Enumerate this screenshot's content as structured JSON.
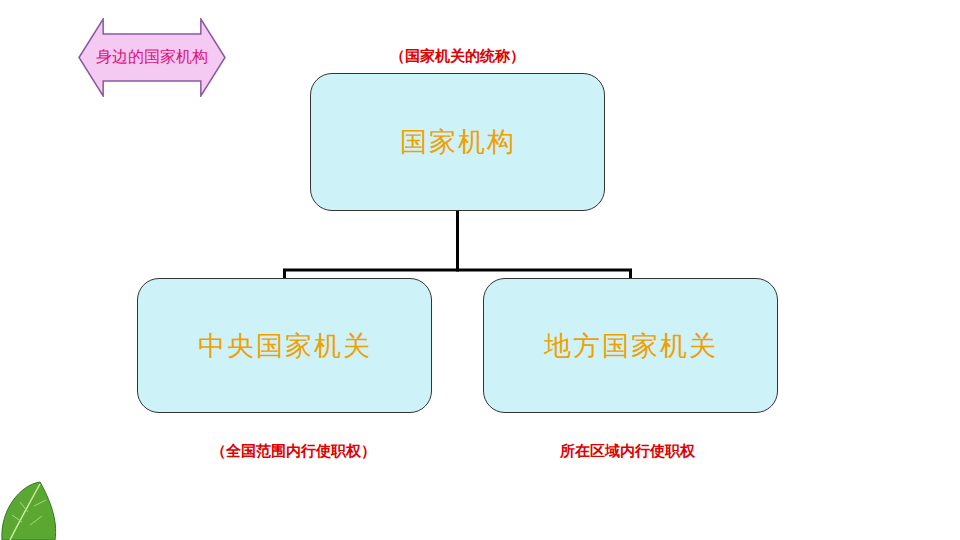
{
  "diagram": {
    "nodes": [
      {
        "text": [
          "身边的国家机构"
        ]
      },
      {
        "text": [
          "国家机构"
        ]
      },
      {
        "text": [
          "中央国家机关"
        ]
      },
      {
        "text": [
          "地方国家机关"
        ]
      }
    ],
    "edges": [
      {
        "from": 1,
        "to": 2,
        "arrow": "none"
      },
      {
        "from": 1,
        "to": 3,
        "arrow": "none"
      }
    ],
    "labels": [
      "（国家机关的统称）",
      "（全国范围内行使职权）",
      "所在区域内行使职权"
    ]
  }
}
